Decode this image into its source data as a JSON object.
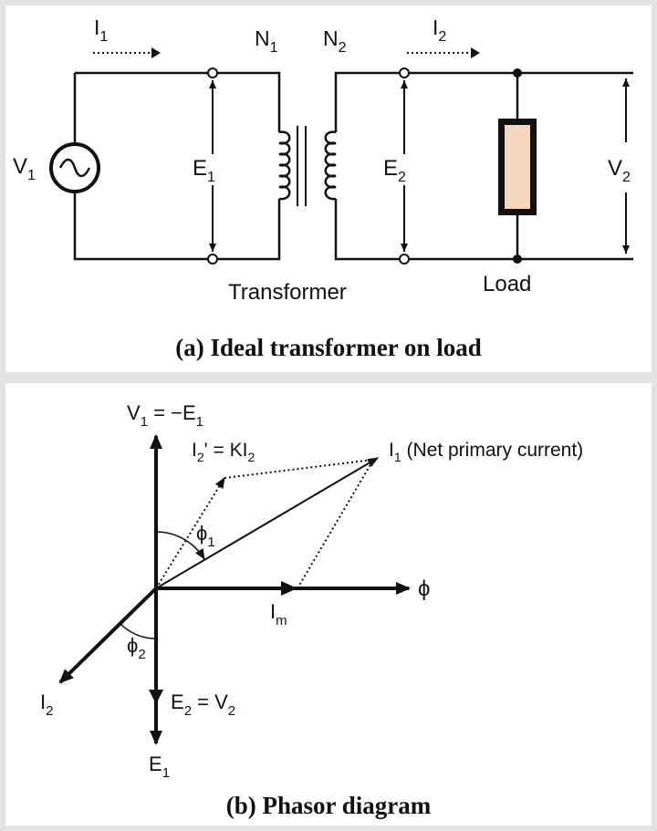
{
  "figure_a": {
    "caption": "(a) Ideal transformer on load",
    "labels": {
      "source": "V",
      "source_sub": "1",
      "i1": "I",
      "i1_sub": "1",
      "i2": "I",
      "i2_sub": "2",
      "n1": "N",
      "n1_sub": "1",
      "n2": "N",
      "n2_sub": "2",
      "e1": "E",
      "e1_sub": "1",
      "e2": "E",
      "e2_sub": "2",
      "v2": "V",
      "v2_sub": "2",
      "transformer": "Transformer",
      "load": "Load"
    }
  },
  "figure_b": {
    "caption": "(b) Phasor diagram",
    "labels": {
      "v1_eq_a": "V",
      "v1_eq_a_sub": "1",
      "v1_eq_b": " = −E",
      "v1_eq_b_sub": "1",
      "i2p_a": "I",
      "i2p_a_sub": "2",
      "i2p_b": "' = KI",
      "i2p_b_sub": "2",
      "i1_a": "I",
      "i1_a_sub": "1",
      "i1_b": " (Net primary current)",
      "phi1": "ϕ",
      "phi1_sub": "1",
      "phi": "ϕ",
      "im": "I",
      "im_sub": "m",
      "phi2": "ϕ",
      "phi2_sub": "2",
      "i2_a": "I",
      "i2_a_sub": "2",
      "e2_a": "E",
      "e2_a_sub": "2",
      "e2_b": " = V",
      "e2_b_sub": "2",
      "e1_a": "E",
      "e1_a_sub": "1"
    }
  }
}
